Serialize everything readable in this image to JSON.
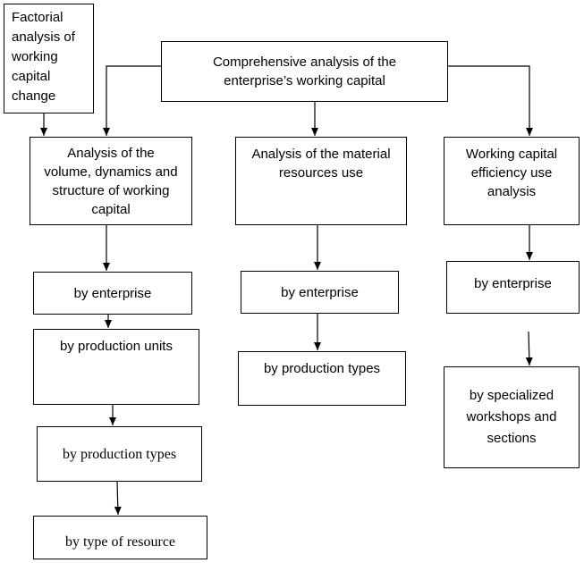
{
  "diagram": {
    "factorial": "Factorial analysis of working capital change",
    "comprehensive": "Comprehensive analysis of the enterprise’s working capital",
    "branch_volume": {
      "title": "Analysis of the volume, dynamics and structure of working capital",
      "items": [
        "by enterprise",
        "by production units",
        "by production types",
        "by type of resource"
      ]
    },
    "branch_material": {
      "title": "Analysis of the material resources use",
      "items": [
        "by enterprise",
        "by production types"
      ]
    },
    "branch_efficiency": {
      "title": "Working capital efficiency use analysis",
      "items": [
        "by enterprise",
        "by specialized workshops and sections"
      ]
    }
  }
}
